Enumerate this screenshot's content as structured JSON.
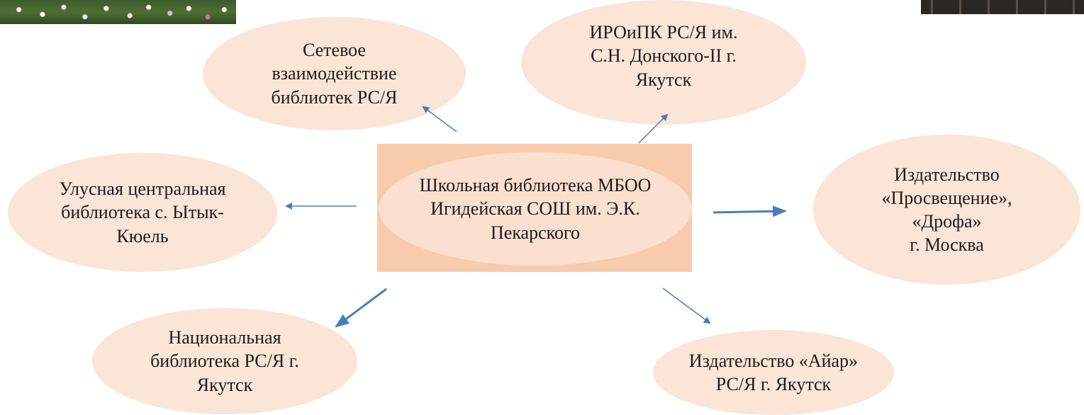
{
  "center": {
    "label": "Школьная библиотека МБОО\nИгидейская СОШ им. Э.К.\nПекарского"
  },
  "nodes": {
    "network": "Сетевое\nвзаимодействие\nбиблиотек РС/Я",
    "iroipk": "ИРОиПК РС/Я им.\nС.Н. Донского-II г.\nЯкутск",
    "ulus_library": "Улусная центральная\nбиблиотека с. Ытык-\nКюель",
    "prosveshchenie": "Издательство\n«Просвещение»,\n«Дрофа»\nг. Москва",
    "national_library": "Национальная\nбиблиотека РС/Я г.\nЯкутск",
    "aiar": "Издательство «Айар»\nРС/Я г. Якутск"
  },
  "colors": {
    "node_fill": "#fbe5d6",
    "center_box": "#f8cbad",
    "arrow": "#4a7ebb"
  }
}
